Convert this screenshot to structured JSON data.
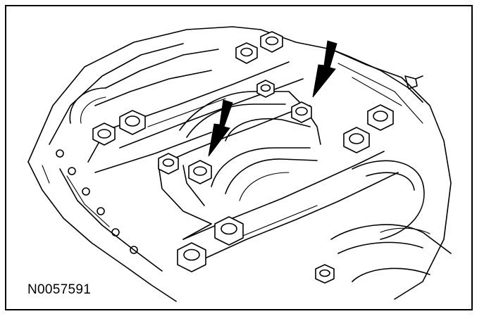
{
  "figure": {
    "id_label": "N0057591"
  },
  "colors": {
    "line": "#000000",
    "background": "#ffffff"
  },
  "callouts": [
    {
      "icon": "arrow-indicator",
      "points_to": "main-bearing-cap-bolt-left"
    },
    {
      "icon": "arrow-indicator",
      "points_to": "main-bearing-cap-bolt-right"
    }
  ]
}
